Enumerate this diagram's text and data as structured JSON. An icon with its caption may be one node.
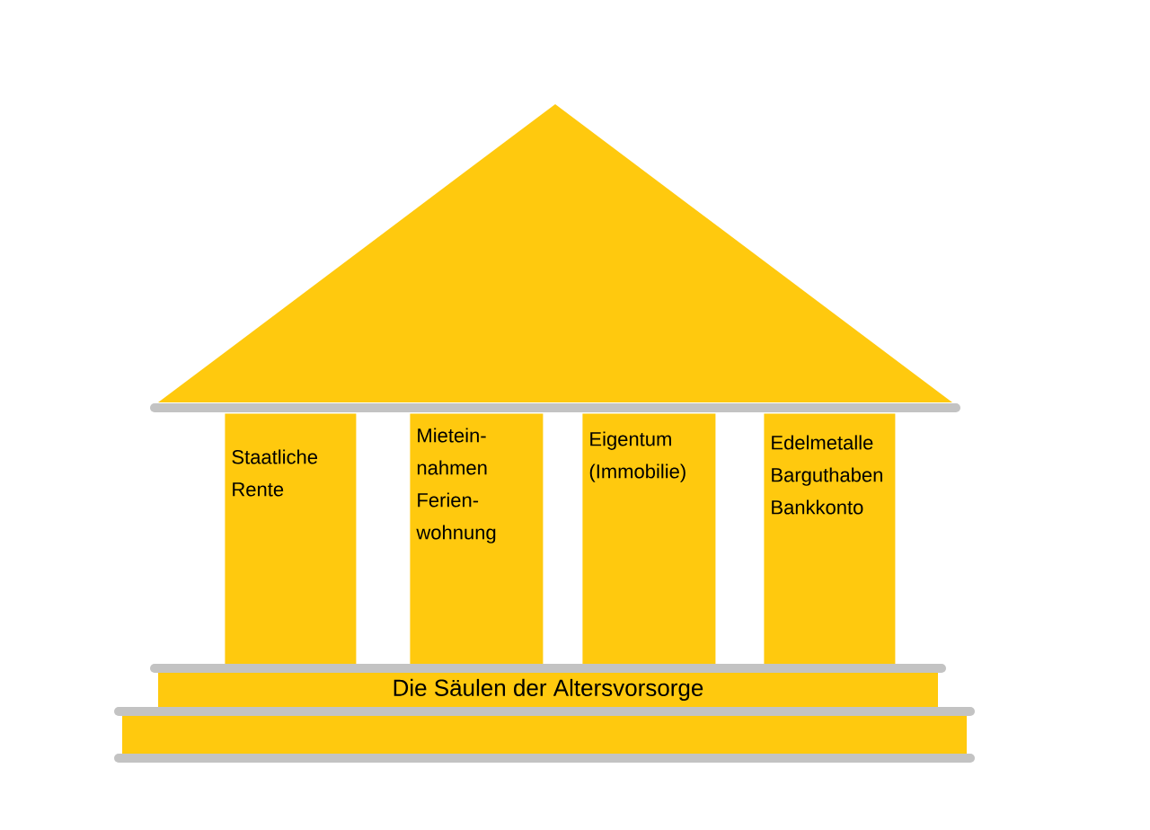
{
  "diagram": {
    "nodes": [
      {
        "text": [],
        "shape": "triangle"
      },
      {
        "text": [
          "Staatliche Rente"
        ]
      },
      {
        "text": [
          "Mietein- nahmen Ferien- wohnung"
        ]
      },
      {
        "text": [
          "Eigentum (Immobilie)"
        ]
      },
      {
        "text": [
          "Edelmetalle Barguthaben Bankkonto"
        ]
      },
      {
        "text": [
          "Die Säulen der Altersvorsorge"
        ]
      },
      {
        "text": [],
        "shape": "box"
      }
    ]
  }
}
